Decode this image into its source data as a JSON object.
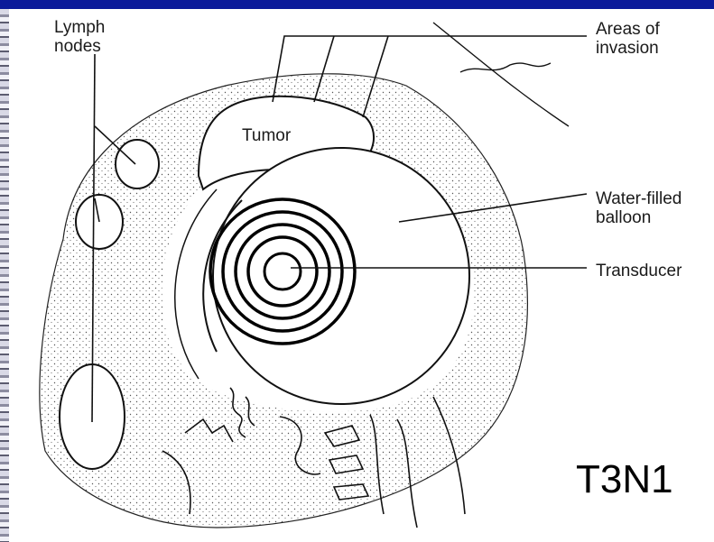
{
  "labels": {
    "lymph_nodes_line1": "Lymph",
    "lymph_nodes_line2": "nodes",
    "areas_line1": "Areas of",
    "areas_line2": "invasion",
    "tumor": "Tumor",
    "balloon_line1": "Water-filled",
    "balloon_line2": "balloon",
    "transducer": "Transducer"
  },
  "stage": "T3N1"
}
